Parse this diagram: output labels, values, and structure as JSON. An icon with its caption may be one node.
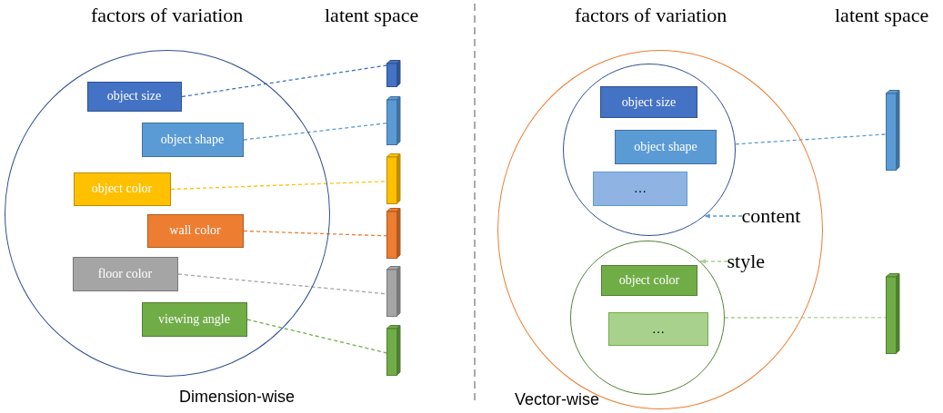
{
  "diagram": {
    "nodes": [
      {
        "text": [],
        "shape": "circle"
      },
      {
        "text": [
          "object size"
        ],
        "in": 0
      },
      {
        "text": [
          "object shape"
        ],
        "in": 0
      },
      {
        "text": [
          "object color"
        ],
        "in": 0
      },
      {
        "text": [
          "wall color"
        ],
        "in": 0
      },
      {
        "text": [
          "floor color"
        ],
        "in": 0
      },
      {
        "text": [
          "viewing angle"
        ],
        "in": 0
      },
      {
        "text": [],
        "shape": "bar"
      },
      {
        "text": [],
        "shape": "bar"
      },
      {
        "text": [],
        "shape": "bar"
      },
      {
        "text": [],
        "shape": "bar"
      },
      {
        "text": [],
        "shape": "bar"
      },
      {
        "text": [],
        "shape": "bar"
      },
      {
        "text": [],
        "shape": "circle"
      },
      {
        "text": [],
        "shape": "circle",
        "in": 13
      },
      {
        "text": [
          "object size"
        ],
        "in": 14
      },
      {
        "text": [
          "object shape"
        ],
        "in": 14
      },
      {
        "text": [
          "…"
        ],
        "in": 14
      },
      {
        "text": [],
        "shape": "circle",
        "in": 13
      },
      {
        "text": [
          "object color"
        ],
        "in": 18
      },
      {
        "text": [
          "…"
        ],
        "in": 18
      },
      {
        "text": [],
        "shape": "bar"
      },
      {
        "text": [],
        "shape": "bar"
      },
      {
        "text": [
          "content"
        ],
        "in": 13
      },
      {
        "text": [
          "style"
        ],
        "in": 13
      }
    ],
    "edges": [
      {
        "from": 1,
        "to": 7,
        "arrow": "none",
        "style": "dashed",
        "color": "#4472c4"
      },
      {
        "from": 2,
        "to": 8,
        "arrow": "none",
        "style": "dashed",
        "color": "#5b9bd5"
      },
      {
        "from": 3,
        "to": 9,
        "arrow": "none",
        "style": "dashed",
        "color": "#ffc000"
      },
      {
        "from": 4,
        "to": 10,
        "arrow": "none",
        "style": "dashed",
        "color": "#ed7d31"
      },
      {
        "from": 5,
        "to": 11,
        "arrow": "none",
        "style": "dashed",
        "color": "#a5a5a5"
      },
      {
        "from": 6,
        "to": 12,
        "arrow": "none",
        "style": "dashed",
        "color": "#70ad47"
      },
      {
        "from": 14,
        "to": 21,
        "arrow": "none",
        "style": "dashed",
        "color": "#5b9bd5"
      },
      {
        "from": 18,
        "to": 22,
        "arrow": "none",
        "style": "dashed",
        "color": "#a9d18e"
      },
      {
        "from": 23,
        "to": 14,
        "arrow": "to",
        "style": "dashed",
        "color": "#5b9bd5"
      },
      {
        "from": 24,
        "to": 18,
        "arrow": "to",
        "style": "dashed",
        "color": "#a9d18e"
      }
    ],
    "labels": [
      "factors of variation",
      "latent space",
      "factors of variation",
      "latent space",
      "Dimension-wise",
      "Vector-wise"
    ]
  }
}
